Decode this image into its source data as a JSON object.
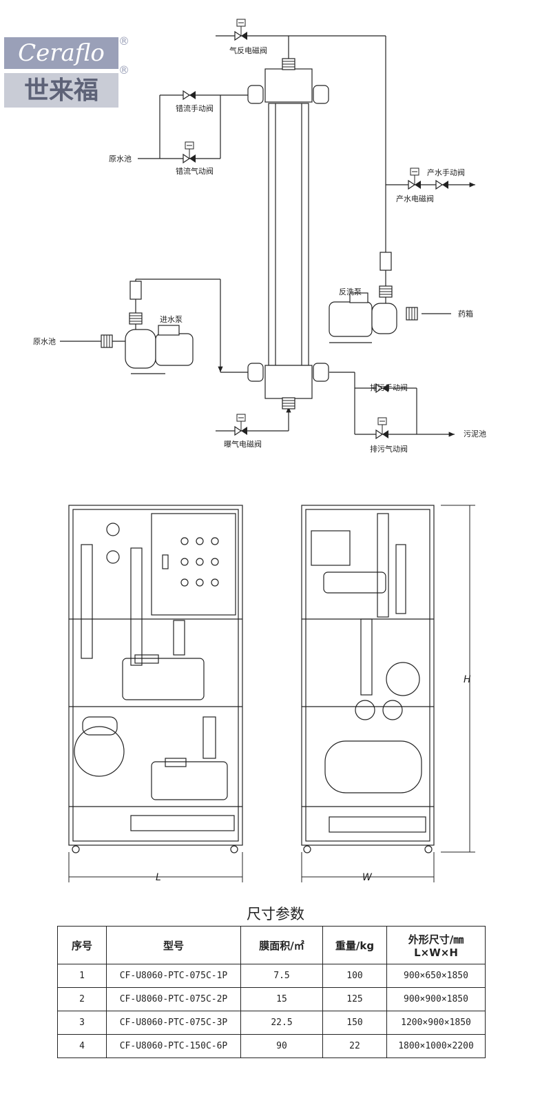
{
  "logo": {
    "brand_en": "Ceraflo",
    "brand_cn": "世来福",
    "registered": "®"
  },
  "flow_diagram": {
    "labels": {
      "qi_fan_valve": "气反电磁阀",
      "cuo_liu_manual": "错流手动阀",
      "yuan_shui_chi_top": "原水池",
      "cuo_liu_air": "错流气动阀",
      "chan_shui_manual": "产水手动阀",
      "chan_shui_solenoid": "产水电磁阀",
      "fan_xi_pump": "反洗泵",
      "yao_xiang": "药箱",
      "jin_shui_pump": "进水泵",
      "yuan_shui_chi_left": "原水池",
      "pai_wu_manual": "排污手动阀",
      "pai_wu_air": "排污气动阀",
      "wu_ni_chi": "污泥池",
      "bao_qi_valve": "曝气电磁阀"
    }
  },
  "dimensions": {
    "length_label": "L",
    "width_label": "W",
    "height_label": "H"
  },
  "table": {
    "title": "尺寸参数",
    "headers": [
      "序号",
      "型号",
      "膜面积/㎡",
      "重量/kg",
      "外形尺寸/㎜"
    ],
    "header_sub": "L×W×H",
    "rows": [
      [
        "1",
        "CF-U8060-PTC-075C-1P",
        "7.5",
        "100",
        "900×650×1850"
      ],
      [
        "2",
        "CF-U8060-PTC-075C-2P",
        "15",
        "125",
        "900×900×1850"
      ],
      [
        "3",
        "CF-U8060-PTC-075C-3P",
        "22.5",
        "150",
        "1200×900×1850"
      ],
      [
        "4",
        "CF-U8060-PTC-150C-6P",
        "90",
        "22",
        "1800×1000×2200"
      ]
    ]
  }
}
